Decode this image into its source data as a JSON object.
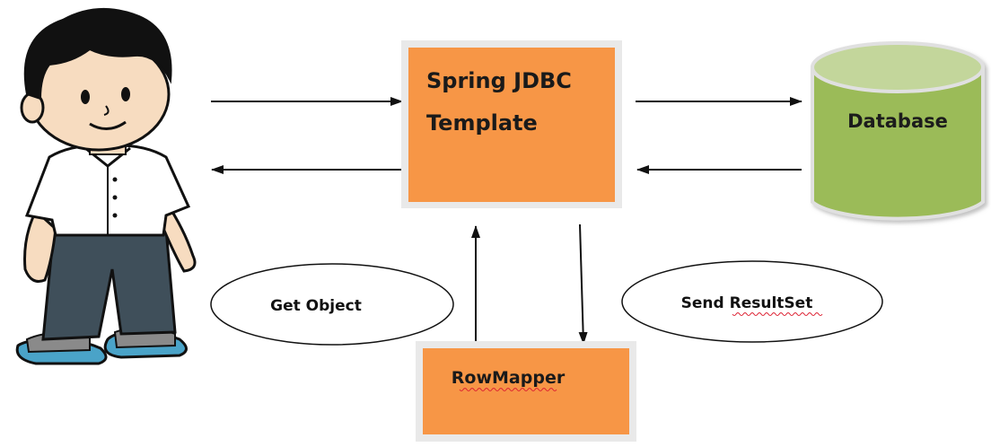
{
  "diagram": {
    "template_box": {
      "line1": "Spring JDBC",
      "line2": "Template"
    },
    "database": {
      "label": "Database"
    },
    "rowmapper": {
      "label": "RowMapper"
    },
    "get_object": {
      "label": "Get Object"
    },
    "send_resultset": {
      "label": "Send ResultSet"
    }
  },
  "colors": {
    "box_fill": "#f79646",
    "box_border": "#e6e6e6",
    "cylinder_body": "#9bbb59",
    "cylinder_top": "#c3d69b",
    "arrow": "#111111",
    "shirt": "#ffffff",
    "pants": "#3f4f5a",
    "hair": "#111111",
    "skin": "#f7dcc0",
    "shoe": "#4aa3c8"
  }
}
